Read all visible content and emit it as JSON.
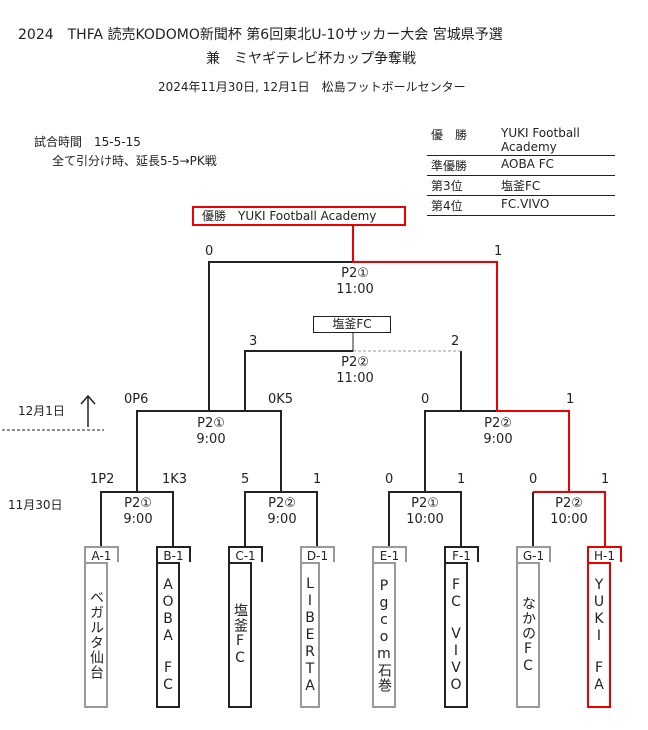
{
  "header": {
    "title_line1": "2024　THFA 読売KODOMO新聞杯 第6回東北U-10サッカー大会 宮城県予選",
    "title_line2": "兼　ミヤギテレビ杯カップ争奪戦",
    "date_venue": "2024年11月30日, 12月1日　松島フットボールセンター"
  },
  "rules": {
    "time": "試合時間　15-5-15",
    "tiebreak": "全て引分け時、延長5-5→PK戦"
  },
  "results": [
    {
      "rank": "優　勝",
      "team": "YUKI Football Academy"
    },
    {
      "rank": "準優勝",
      "team": "AOBA FC"
    },
    {
      "rank": "第3位",
      "team": "塩釜FC"
    },
    {
      "rank": "第4位",
      "team": "FC.VIVO"
    }
  ],
  "champion_label": "優勝　YUKI Football Academy",
  "third_place_label": "塩釜FC",
  "dates": {
    "day2": "12月1日",
    "day1": "11月30日"
  },
  "matches": {
    "final": {
      "label": "P2①",
      "time": "11:00",
      "left_score": "0",
      "right_score": "1"
    },
    "third": {
      "label": "P2②",
      "time": "11:00",
      "left_score": "3",
      "right_score": "2"
    },
    "sf1": {
      "label": "P2①",
      "time": "9:00",
      "left_score": "0P6",
      "right_score": "0K5"
    },
    "sf2": {
      "label": "P2②",
      "time": "9:00",
      "left_score": "0",
      "right_score": "1"
    },
    "r1": {
      "label": "P2①",
      "time": "9:00",
      "left_score": "1P2",
      "right_score": "1K3"
    },
    "r2": {
      "label": "P2②",
      "time": "9:00",
      "left_score": "5",
      "right_score": "1"
    },
    "r3": {
      "label": "P2①",
      "time": "10:00",
      "left_score": "0",
      "right_score": "1"
    },
    "r4": {
      "label": "P2②",
      "time": "10:00",
      "left_score": "0",
      "right_score": "1"
    }
  },
  "teams": [
    {
      "code": "A-1",
      "name": "ベガルタ仙台"
    },
    {
      "code": "B-1",
      "name": "AOBA　FC"
    },
    {
      "code": "C-1",
      "name": "塩釜FC"
    },
    {
      "code": "D-1",
      "name": "LIBERTA"
    },
    {
      "code": "E-1",
      "name": "Pgcom石巻"
    },
    {
      "code": "F-1",
      "name": "FC　VIVO"
    },
    {
      "code": "G-1",
      "name": "なかのFC"
    },
    {
      "code": "H-1",
      "name": "YUKI　FA"
    }
  ],
  "colors": {
    "winner_path": "#e00000",
    "line": "#222222",
    "loser_box": "#999999"
  }
}
